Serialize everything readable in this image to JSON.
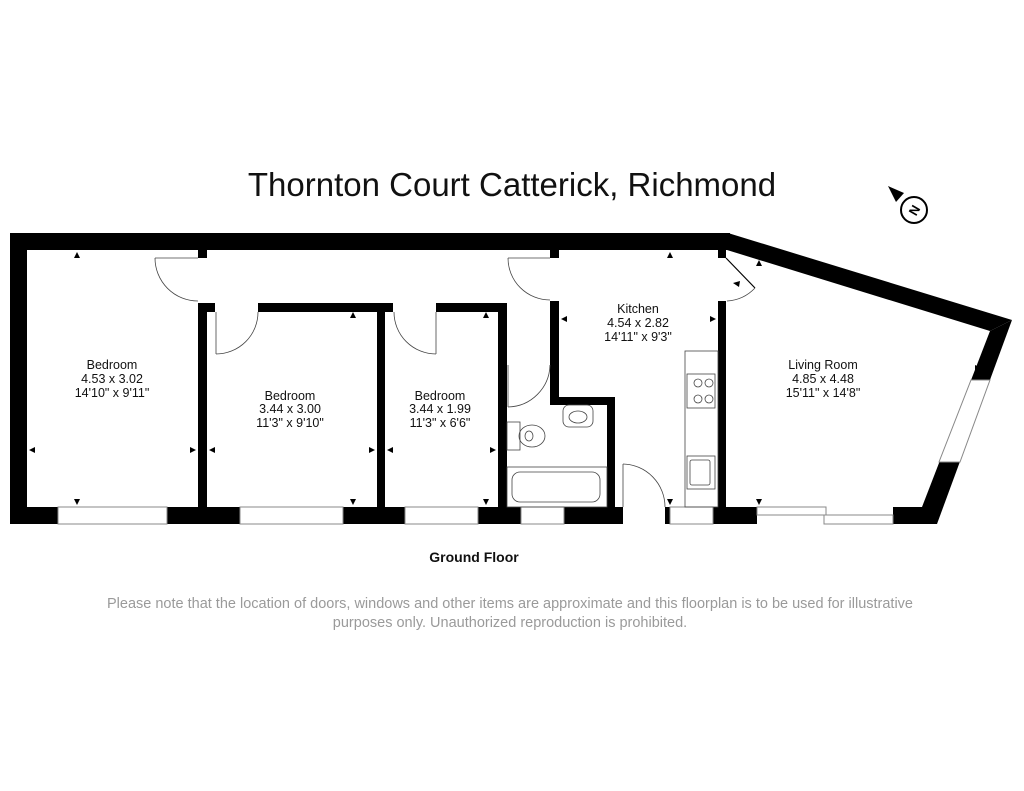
{
  "title": "Thornton Court Catterick, Richmond",
  "compass": {
    "icon": "north-arrow-icon",
    "letter": "N"
  },
  "rooms": [
    {
      "name": "Bedroom",
      "metric": "4.53 x 3.02",
      "imperial": "14'10\" x 9'11\""
    },
    {
      "name": "Bedroom",
      "metric": "3.44 x 3.00",
      "imperial": "11'3\" x 9'10\""
    },
    {
      "name": "Bedroom",
      "metric": "3.44 x 1.99",
      "imperial": "11'3\" x 6'6\""
    },
    {
      "name": "Kitchen",
      "metric": "4.54 x 2.82",
      "imperial": "14'11\" x 9'3\""
    },
    {
      "name": "Living Room",
      "metric": "4.85 x 4.48",
      "imperial": "15'11\" x 14'8\""
    }
  ],
  "floor_label": "Ground Floor",
  "disclaimer": [
    "Please note that the location of doors, windows and other items are approximate and this floorplan is to be used for illustrative",
    "purposes only. Unauthorized reproduction is prohibited."
  ]
}
